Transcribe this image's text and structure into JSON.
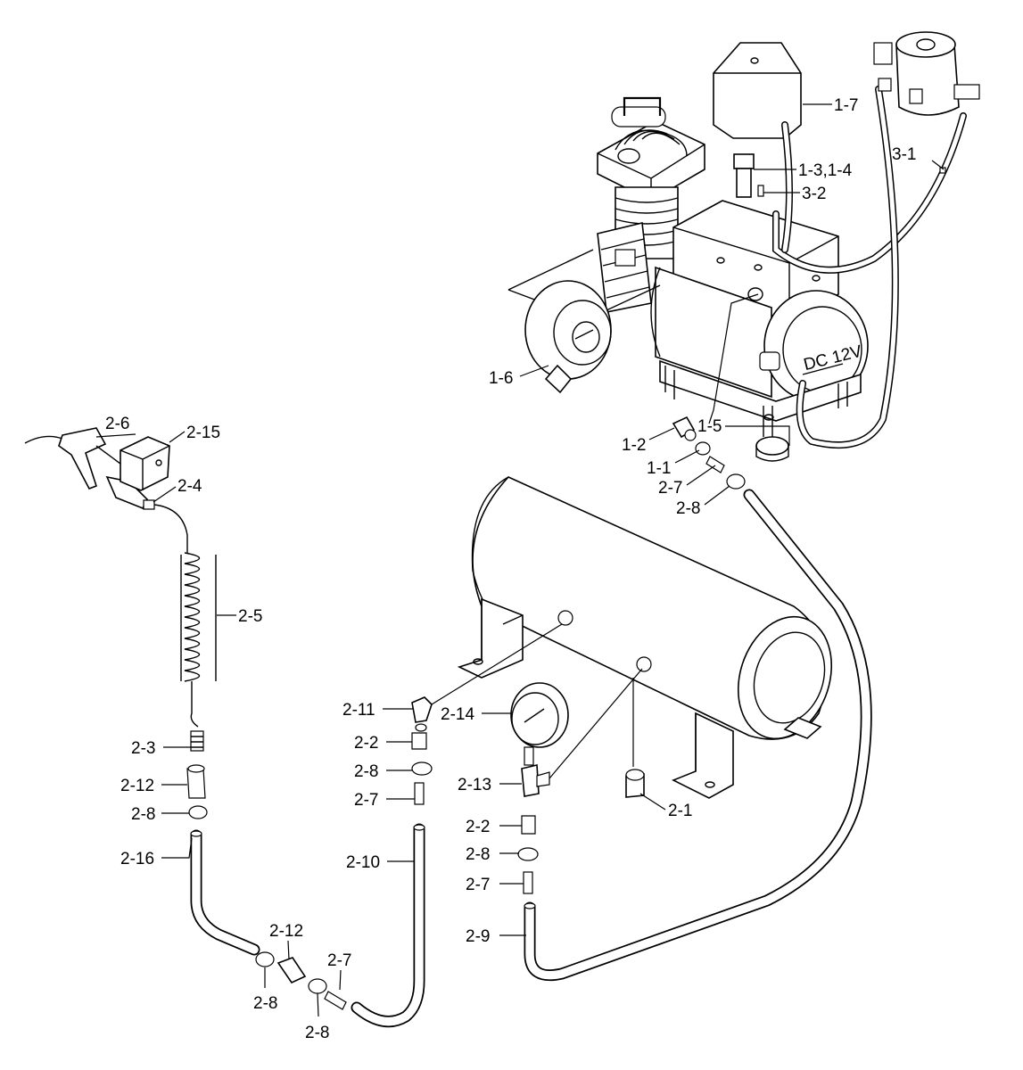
{
  "labels": {
    "l_1_7": "1-7",
    "l_1_3_4": "1-3,1-4",
    "l_3_2": "3-2",
    "l_3_1": "3-1",
    "l_1_6": "1-6",
    "l_1_5": "1-5",
    "l_1_2": "1-2",
    "l_1_1": "1-1",
    "l_2_7_top": "2-7",
    "l_2_8_top": "2-8",
    "l_2_6": "2-6",
    "l_2_15": "2-15",
    "l_2_4": "2-4",
    "l_2_5": "2-5",
    "l_2_3": "2-3",
    "l_2_12_left": "2-12",
    "l_2_8_left": "2-8",
    "l_2_16": "2-16",
    "l_2_12_bottom": "2-12",
    "l_2_7_bottom": "2-7",
    "l_2_8_bottom_a": "2-8",
    "l_2_8_bottom_b": "2-8",
    "l_2_11": "2-11",
    "l_2_2_mid": "2-2",
    "l_2_8_mid": "2-8",
    "l_2_7_mid": "2-7",
    "l_2_10": "2-10",
    "l_2_14": "2-14",
    "l_2_13": "2-13",
    "l_2_2_right": "2-2",
    "l_2_8_right": "2-8",
    "l_2_7_right": "2-7",
    "l_2_9": "2-9",
    "l_2_1": "2-1"
  },
  "motor_badge": "DC 12V"
}
